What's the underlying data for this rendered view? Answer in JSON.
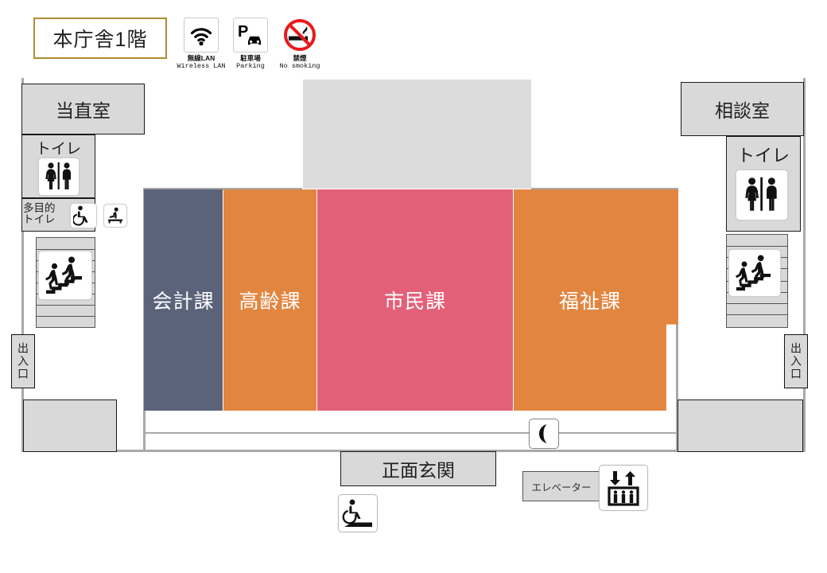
{
  "header": {
    "title": "本庁舎1階",
    "legend": [
      {
        "icon": "wifi-icon",
        "jp": "無線LAN",
        "en": "Wireless LAN"
      },
      {
        "icon": "parking-icon",
        "jp": "駐車場",
        "en": "Parking"
      },
      {
        "icon": "no-smoking-icon",
        "jp": "禁煙",
        "en": "No smoking"
      }
    ]
  },
  "rooms": {
    "duty_room": "当直室",
    "consultation_room": "相談室",
    "toilet_left": "トイレ",
    "toilet_right": "トイレ",
    "multipurpose_toilet": "多目的\nトイレ",
    "multipurpose_toilet_line1": "多目的",
    "multipurpose_toilet_line2": "トイレ",
    "main_entrance": "正面玄関",
    "elevator": "エレベーター"
  },
  "exits": {
    "left": "出入口",
    "right": "出入口"
  },
  "departments": [
    {
      "name": "会計課",
      "color": "#5A6379"
    },
    {
      "name": "高齢課",
      "color": "#E2853F"
    },
    {
      "name": "市民課",
      "color": "#E36078"
    },
    {
      "name": "福祉課",
      "color": "#E2853F"
    }
  ],
  "icons": {
    "toilet": "restroom-icon",
    "wheelchair": "wheelchair-icon",
    "baby_changing": "baby-changing-icon",
    "stairs": "stairs-icon",
    "telephone": "telephone-icon",
    "elevator": "elevator-icon",
    "ramp": "wheelchair-ramp-icon"
  },
  "colors": {
    "accounting": "#5A6379",
    "elderly": "#E2853F",
    "citizens": "#E36078",
    "welfare": "#E2853F",
    "title_border": "#b08d2e",
    "room_fill": "#d9d9d9",
    "wall": "#a9a9a9"
  }
}
